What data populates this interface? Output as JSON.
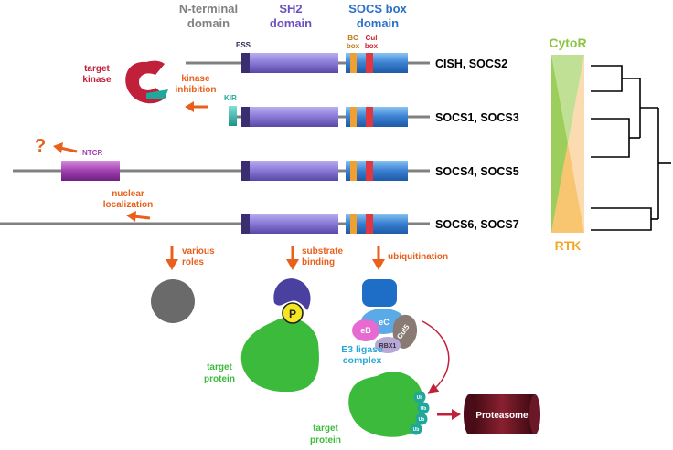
{
  "headers": {
    "nterm": [
      "N-terminal",
      "domain"
    ],
    "sh2": [
      "SH2",
      "domain"
    ],
    "socsbox": [
      "SOCS box",
      "domain"
    ],
    "bc": [
      "BC",
      "box"
    ],
    "cul": [
      "Cul",
      "box"
    ]
  },
  "domain_labels": {
    "ess": "ESS",
    "kir": "KIR",
    "ntcr": "NTCR"
  },
  "rows": [
    {
      "name": "CISH, SOCS2"
    },
    {
      "name": "SOCS1, SOCS3"
    },
    {
      "name": "SOCS4, SOCS5"
    },
    {
      "name": "SOCS6, SOCS7"
    }
  ],
  "annotations": {
    "target_kinase": [
      "target",
      "kinase"
    ],
    "kinase_inhibition": [
      "kinase",
      "inhibition"
    ],
    "question": "?",
    "nuclear_localization": [
      "nuclear",
      "localization"
    ],
    "various_roles": [
      "various",
      "roles"
    ],
    "substrate_binding": [
      "substrate",
      "binding"
    ],
    "ubiquitination": "ubiquitination",
    "target_protein_1": [
      "target",
      "protein"
    ],
    "target_protein_2": [
      "target",
      "protein"
    ],
    "p": "P",
    "eC": "eC",
    "eB": "eB",
    "cul5": "Cul5",
    "rbx1": "RBX1",
    "e3": [
      "E3 ligase",
      "complex"
    ],
    "ub": [
      "Ub",
      "Ub",
      "Ub",
      "Ub"
    ],
    "proteasome": "Proteasome"
  },
  "tree": {
    "top": "CytoR",
    "bottom": "RTK"
  },
  "colors": {
    "orange": "#e8601c",
    "sh2": "#8a78d6",
    "socsbox": "#3a7fd0",
    "bc": "#f0a030",
    "cul": "#e03840",
    "ntcr": "#a040b0",
    "kir": "#30b0a8",
    "kinase": "#c0203a",
    "protein": "#3cba3c",
    "cytor": "#8cc63f",
    "rtk": "#f5a623",
    "proteasome": "#5a1020"
  }
}
